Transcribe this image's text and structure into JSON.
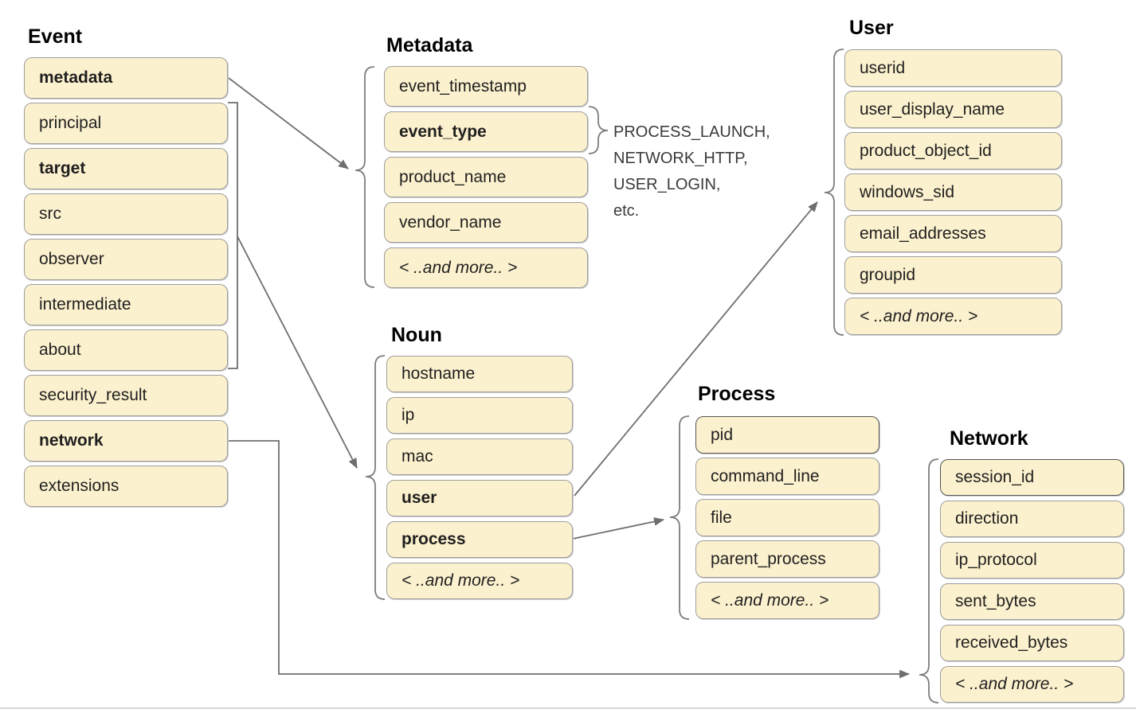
{
  "diagram": {
    "groups": {
      "event": {
        "title": "Event",
        "fields": [
          {
            "label": "metadata",
            "bold": true
          },
          {
            "label": "principal"
          },
          {
            "label": "target",
            "bold": true
          },
          {
            "label": "src"
          },
          {
            "label": "observer"
          },
          {
            "label": "intermediate"
          },
          {
            "label": "about"
          },
          {
            "label": "security_result"
          },
          {
            "label": "network",
            "bold": true
          },
          {
            "label": "extensions"
          }
        ]
      },
      "metadata": {
        "title": "Metadata",
        "fields": [
          {
            "label": "event_timestamp"
          },
          {
            "label": "event_type",
            "bold": true
          },
          {
            "label": "product_name"
          },
          {
            "label": "vendor_name"
          },
          {
            "label": "< ..and more.. >",
            "italic": true
          }
        ]
      },
      "noun": {
        "title": "Noun",
        "fields": [
          {
            "label": "hostname"
          },
          {
            "label": "ip"
          },
          {
            "label": "mac"
          },
          {
            "label": "user",
            "bold": true
          },
          {
            "label": "process",
            "bold": true
          },
          {
            "label": "< ..and more.. >",
            "italic": true
          }
        ]
      },
      "user": {
        "title": "User",
        "fields": [
          {
            "label": "userid"
          },
          {
            "label": "user_display_name"
          },
          {
            "label": "product_object_id"
          },
          {
            "label": "windows_sid"
          },
          {
            "label": "email_addresses"
          },
          {
            "label": "groupid"
          },
          {
            "label": "< ..and more.. >",
            "italic": true
          }
        ]
      },
      "process": {
        "title": "Process",
        "fields": [
          {
            "label": "pid",
            "strong_border": true
          },
          {
            "label": "command_line"
          },
          {
            "label": "file"
          },
          {
            "label": "parent_process"
          },
          {
            "label": "< ..and more.. >",
            "italic": true
          }
        ]
      },
      "network": {
        "title": "Network",
        "fields": [
          {
            "label": "session_id",
            "strong_border": true
          },
          {
            "label": "direction"
          },
          {
            "label": "ip_protocol"
          },
          {
            "label": "sent_bytes"
          },
          {
            "label": "received_bytes"
          },
          {
            "label": "< ..and more.. >",
            "italic": true
          }
        ]
      }
    },
    "annotation": {
      "lines": [
        "PROCESS_LAUNCH,",
        "NETWORK_HTTP,",
        "USER_LOGIN,",
        "etc."
      ]
    },
    "connections": [
      {
        "from": "event.metadata",
        "to": "metadata-group"
      },
      {
        "from": "event.principal-through-about",
        "to": "noun-group"
      },
      {
        "from": "noun.user",
        "to": "user-group"
      },
      {
        "from": "noun.process",
        "to": "process-group"
      },
      {
        "from": "event.network",
        "to": "network-group"
      },
      {
        "from": "metadata.event_type",
        "to": "event-type-values"
      }
    ]
  },
  "colors": {
    "box-fill": "#fcf1ce",
    "box-border": "#9e9e9e",
    "box-border-strong": "#555555",
    "connector": "#6e6e6e",
    "brace": "#7d7d7d",
    "text": "#1f1f1f",
    "title": "#000000",
    "annotation": "#3a3a3a",
    "divider": "#d8d8d8"
  }
}
